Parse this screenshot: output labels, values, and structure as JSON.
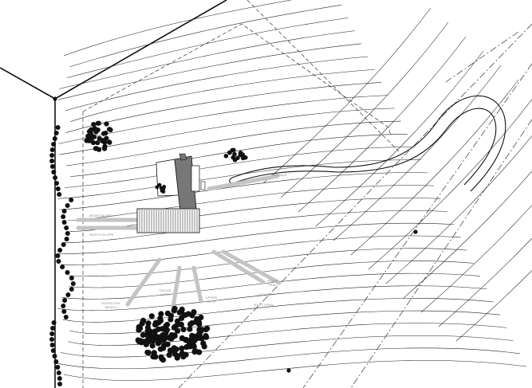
{
  "plan": {
    "stroke_color": "#111111",
    "path_color": "#c4c4c4",
    "label_color": "#8a8a8a",
    "labels": {
      "meadow": "MEADOW PATH",
      "north_slope": "NORTH SLOPE",
      "terrace": "TERRACE",
      "grove_a": "OVERLOOK BENCH",
      "grove_b": "GROVE WALK",
      "upper_path": "UPPER PATH",
      "ridge": "RIDGE TRAIL",
      "lookout": "LOOKOUT",
      "east_trail": "EAST TRAIL"
    }
  }
}
